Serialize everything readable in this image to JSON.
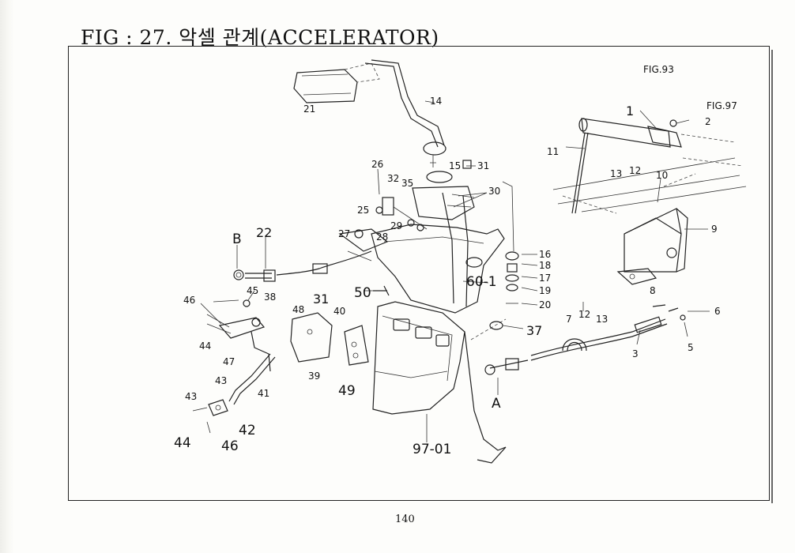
{
  "page": {
    "title": "FIG : 27. 악셀 관계(ACCELERATOR)",
    "page_number": "140"
  },
  "diagram": {
    "fig_refs": [
      "FIG.93",
      "FIG.97"
    ],
    "labels": {
      "l1": "1",
      "l2": "2",
      "l3": "3",
      "l5": "5",
      "l6": "6",
      "l7": "7",
      "l8": "8",
      "l9": "9",
      "l10": "10",
      "l11": "11",
      "l12a": "12",
      "l13a": "13",
      "l12b": "12",
      "l13b": "13",
      "l14": "14",
      "l15": "15",
      "l16": "16",
      "l17": "17",
      "l18": "18",
      "l19": "19",
      "l20": "20",
      "l21": "21",
      "l22": "22",
      "l25": "25",
      "l26": "26",
      "l27": "27",
      "l28": "28",
      "l29": "29",
      "l30": "30",
      "l31a": "31",
      "l32": "32",
      "l35": "35",
      "l37": "37",
      "l38": "38",
      "l39": "39",
      "l40": "40",
      "l41": "41",
      "l42": "42",
      "l43a": "43",
      "l43b": "43",
      "l44a": "44",
      "l44b": "44",
      "l45": "45",
      "l46a": "46",
      "l46b": "46",
      "l47": "47",
      "l48": "48",
      "l49": "49",
      "l50": "50",
      "l31b": "31",
      "l60": "60-1",
      "l97": "97-01",
      "lA": "A",
      "lB": "B"
    }
  }
}
